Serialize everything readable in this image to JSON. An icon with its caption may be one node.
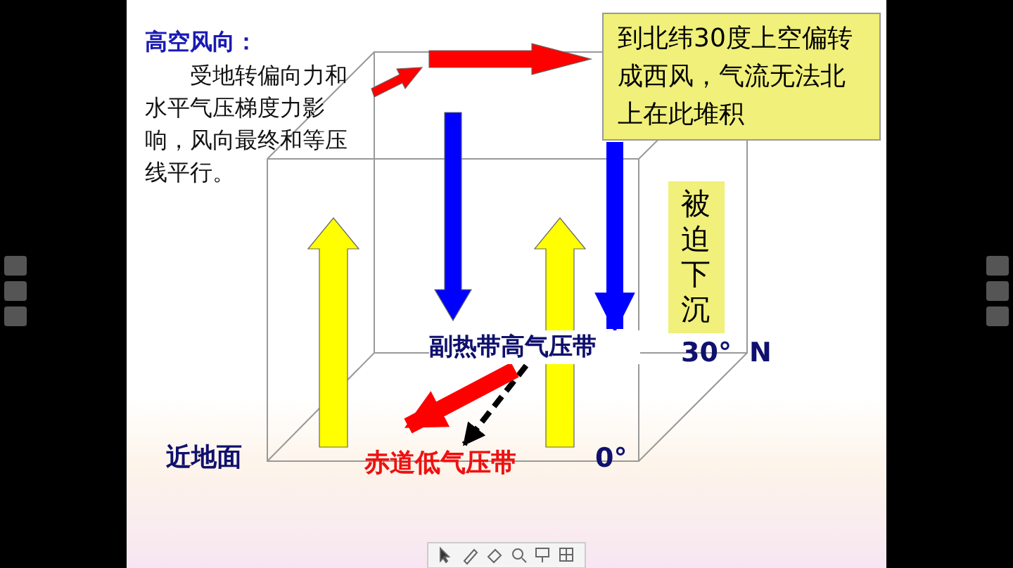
{
  "diagram": {
    "nodes": [
      {
        "text": [
          "到北纬30度上空偏转成西风，气流无法北上在此堆积"
        ]
      },
      {
        "text": [
          "被迫下沉"
        ]
      },
      {
        "text": [
          "副热带高气压带"
        ]
      },
      {
        "text": [
          "赤道低气压带"
        ]
      }
    ],
    "edges": [
      {
        "from": 2,
        "to": 3,
        "arrow": "to",
        "style": "dashed"
      },
      {
        "from": 0,
        "to": 2,
        "arrow": "to",
        "color": "#0000ff"
      },
      {
        "from": 2,
        "to": 3,
        "arrow": "to",
        "color": "#ff0000"
      }
    ],
    "labels": [
      "高空风向：",
      "受地转偏向力和水平气压梯度力影响，风向最终和等压线平行。",
      "近地面",
      "0°",
      "30° N"
    ]
  }
}
